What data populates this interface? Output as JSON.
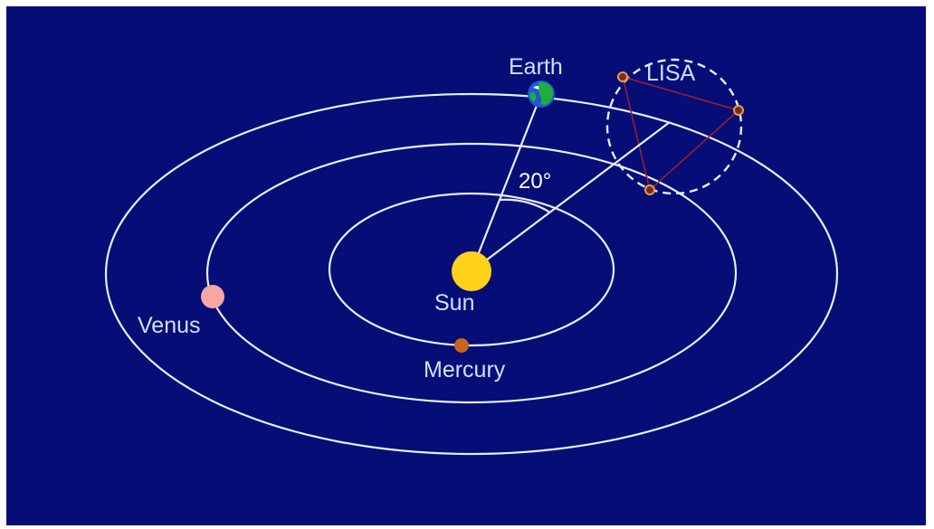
{
  "colors": {
    "background": "#060d77",
    "orbit": "#e6eeff",
    "sun": "#ffd21a",
    "venus": "#f7a6a6",
    "mercury": "#c8651b",
    "earth_land": "#1fae3b",
    "earth_ocean": "#1f56d8",
    "lisa_link": "#9a1f2f",
    "lisa_node": "#e3a03a",
    "label": "#cfe0ff"
  },
  "labels": {
    "earth": "Earth",
    "lisa": "LISA",
    "sun": "Sun",
    "venus": "Venus",
    "mercury": "Mercury",
    "angle": "20°"
  }
}
